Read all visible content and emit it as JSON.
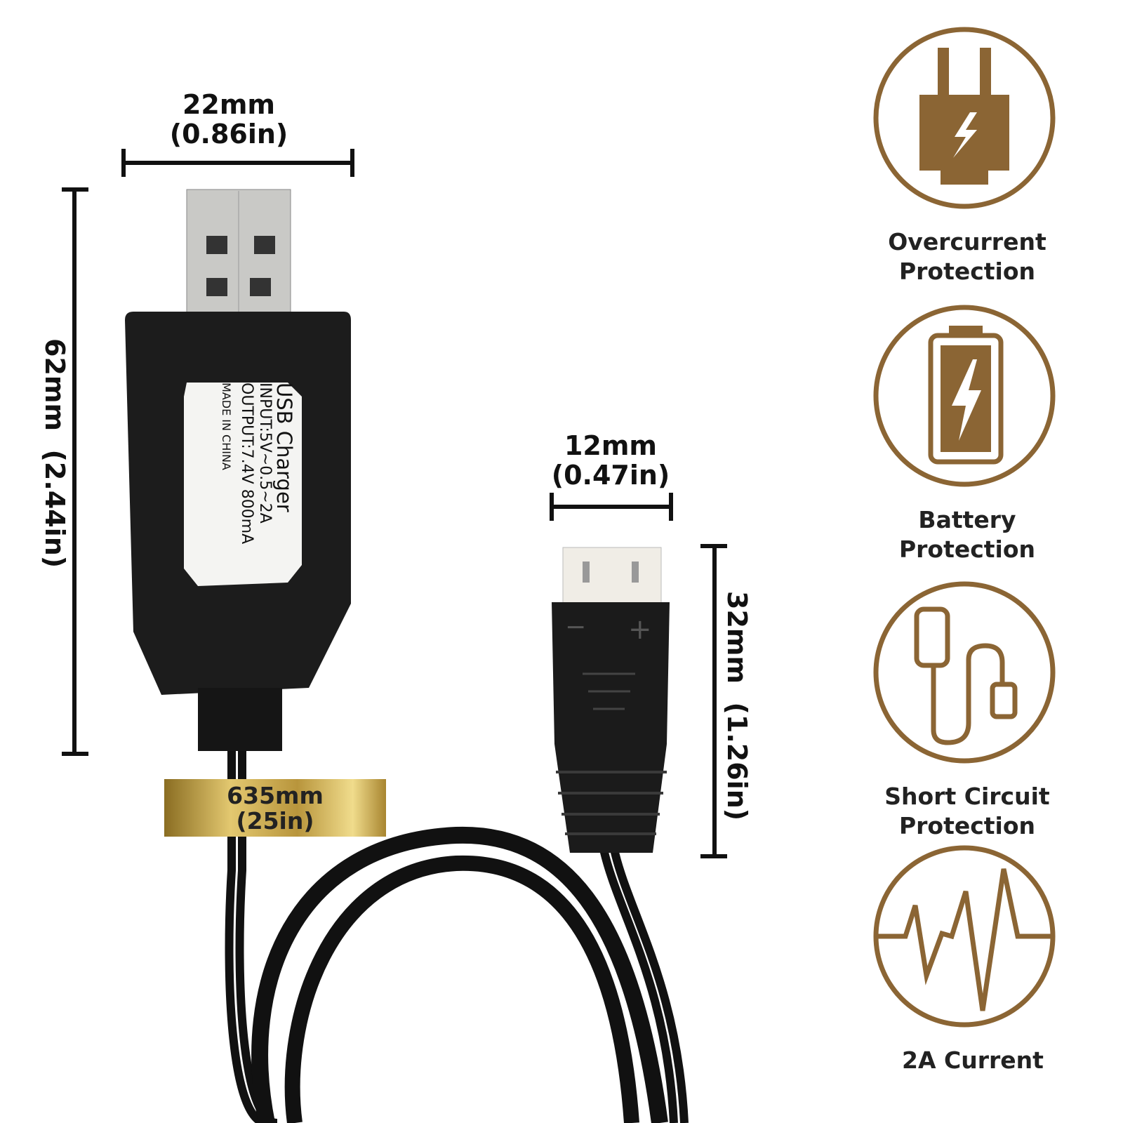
{
  "dimensions": {
    "usb_width": {
      "mm": "22mm",
      "in": "(0.86in)"
    },
    "usb_length": {
      "mm": "62mm",
      "in": "(2.44in)"
    },
    "plug_width": {
      "mm": "12mm",
      "in": "(0.47in)"
    },
    "plug_length": {
      "mm": "32mm",
      "in": "(1.26in)"
    },
    "cable_length": {
      "mm": "635mm",
      "in": "(25in)"
    }
  },
  "label": {
    "title": "USB Charger",
    "input": "INPUT:5V~0.5~2A",
    "output": "OUTPUT:7.4V  800mA",
    "origin": "MADE IN CHINA"
  },
  "features": [
    {
      "icon": "plug-bolt-icon",
      "line1": "Overcurrent",
      "line2": "Protection"
    },
    {
      "icon": "battery-bolt-icon",
      "line1": "Battery",
      "line2": "Protection"
    },
    {
      "icon": "cable-icon",
      "line1": "Short Circuit",
      "line2": "Protection"
    },
    {
      "icon": "waveform-icon",
      "line1": "2A Current",
      "line2": ""
    }
  ],
  "colors": {
    "accent": "#8b6534",
    "gold": "#c9a84c"
  }
}
